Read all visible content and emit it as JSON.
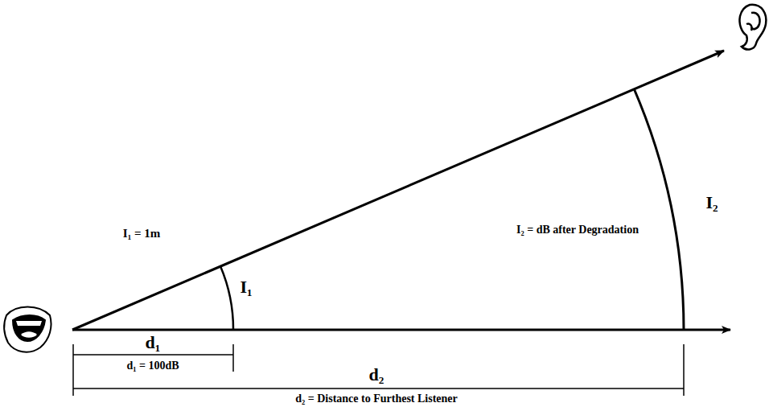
{
  "diagram": {
    "labels": [
      "I₁ = 1m",
      "I₁",
      "I₂ = dB after Degradation",
      "I₂",
      "d₁",
      "d₁ = 100dB",
      "d₂",
      "d₂ = Distance to Furthest Listener"
    ]
  }
}
